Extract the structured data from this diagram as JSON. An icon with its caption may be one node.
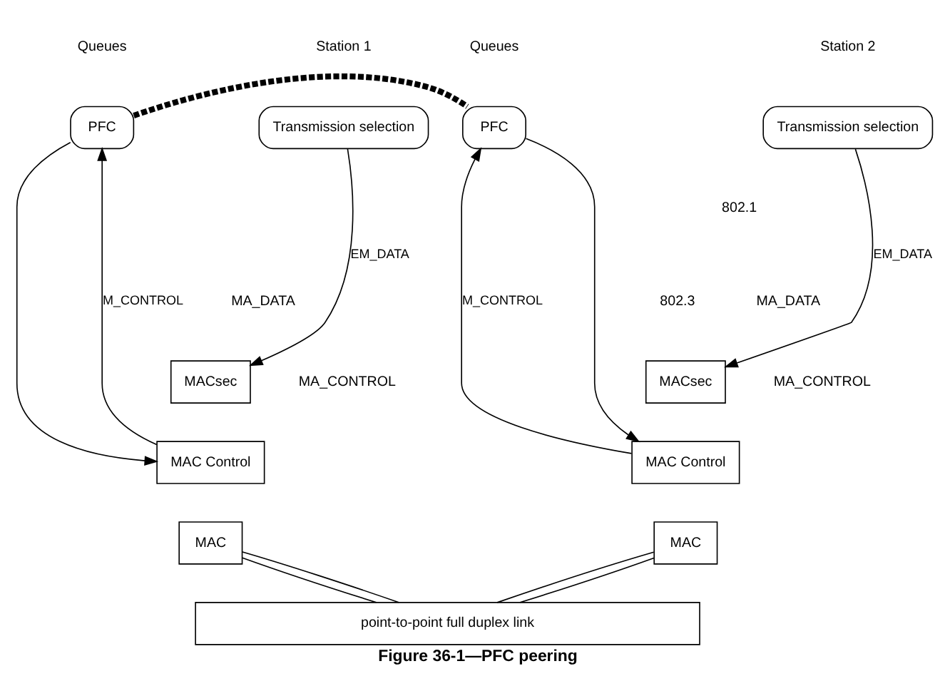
{
  "diagram": {
    "caption": "Figure 36-1—PFC peering",
    "nodes": [
      {
        "text": [
          "Transmission selection"
        ]
      },
      {
        "text": [
          "PFC"
        ]
      },
      {
        "text": [
          "PFC"
        ]
      },
      {
        "text": [
          "Transmission selection"
        ]
      },
      {
        "text": [
          "MACsec"
        ]
      },
      {
        "text": [
          "MAC Control"
        ]
      },
      {
        "text": [
          "MAC"
        ]
      },
      {
        "text": [
          "MACsec"
        ]
      },
      {
        "text": [
          "MAC Control"
        ]
      },
      {
        "text": [
          "MAC"
        ]
      },
      {
        "text": [
          "point-to-point full duplex link"
        ]
      }
    ],
    "edges": [
      {
        "from": 0,
        "to": 4,
        "arrow": "to",
        "label": "EM_DATA"
      },
      {
        "from": 1,
        "to": 5,
        "arrow": "to"
      },
      {
        "from": 5,
        "to": 1,
        "arrow": "to",
        "label": "M_CONTROL"
      },
      {
        "from": 1,
        "to": 2,
        "arrow": "none",
        "style": "dashed"
      },
      {
        "from": 8,
        "to": 2,
        "arrow": "to",
        "label": "M_CONTROL"
      },
      {
        "from": 2,
        "to": 8,
        "arrow": "to"
      },
      {
        "from": 3,
        "to": 7,
        "arrow": "to",
        "label": "EM_DATA"
      },
      {
        "from": 6,
        "to": 10,
        "arrow": "none"
      },
      {
        "from": 6,
        "to": 10,
        "arrow": "none"
      },
      {
        "from": 9,
        "to": 10,
        "arrow": "none"
      },
      {
        "from": 9,
        "to": 10,
        "arrow": "none"
      }
    ],
    "labels": [
      "Station 1",
      "Station 2",
      "Queues",
      "Queues",
      "802.1",
      "802.3",
      "MA_DATA",
      "MA_CONTROL",
      "MA_CONTROL",
      "MA_DATA"
    ]
  }
}
